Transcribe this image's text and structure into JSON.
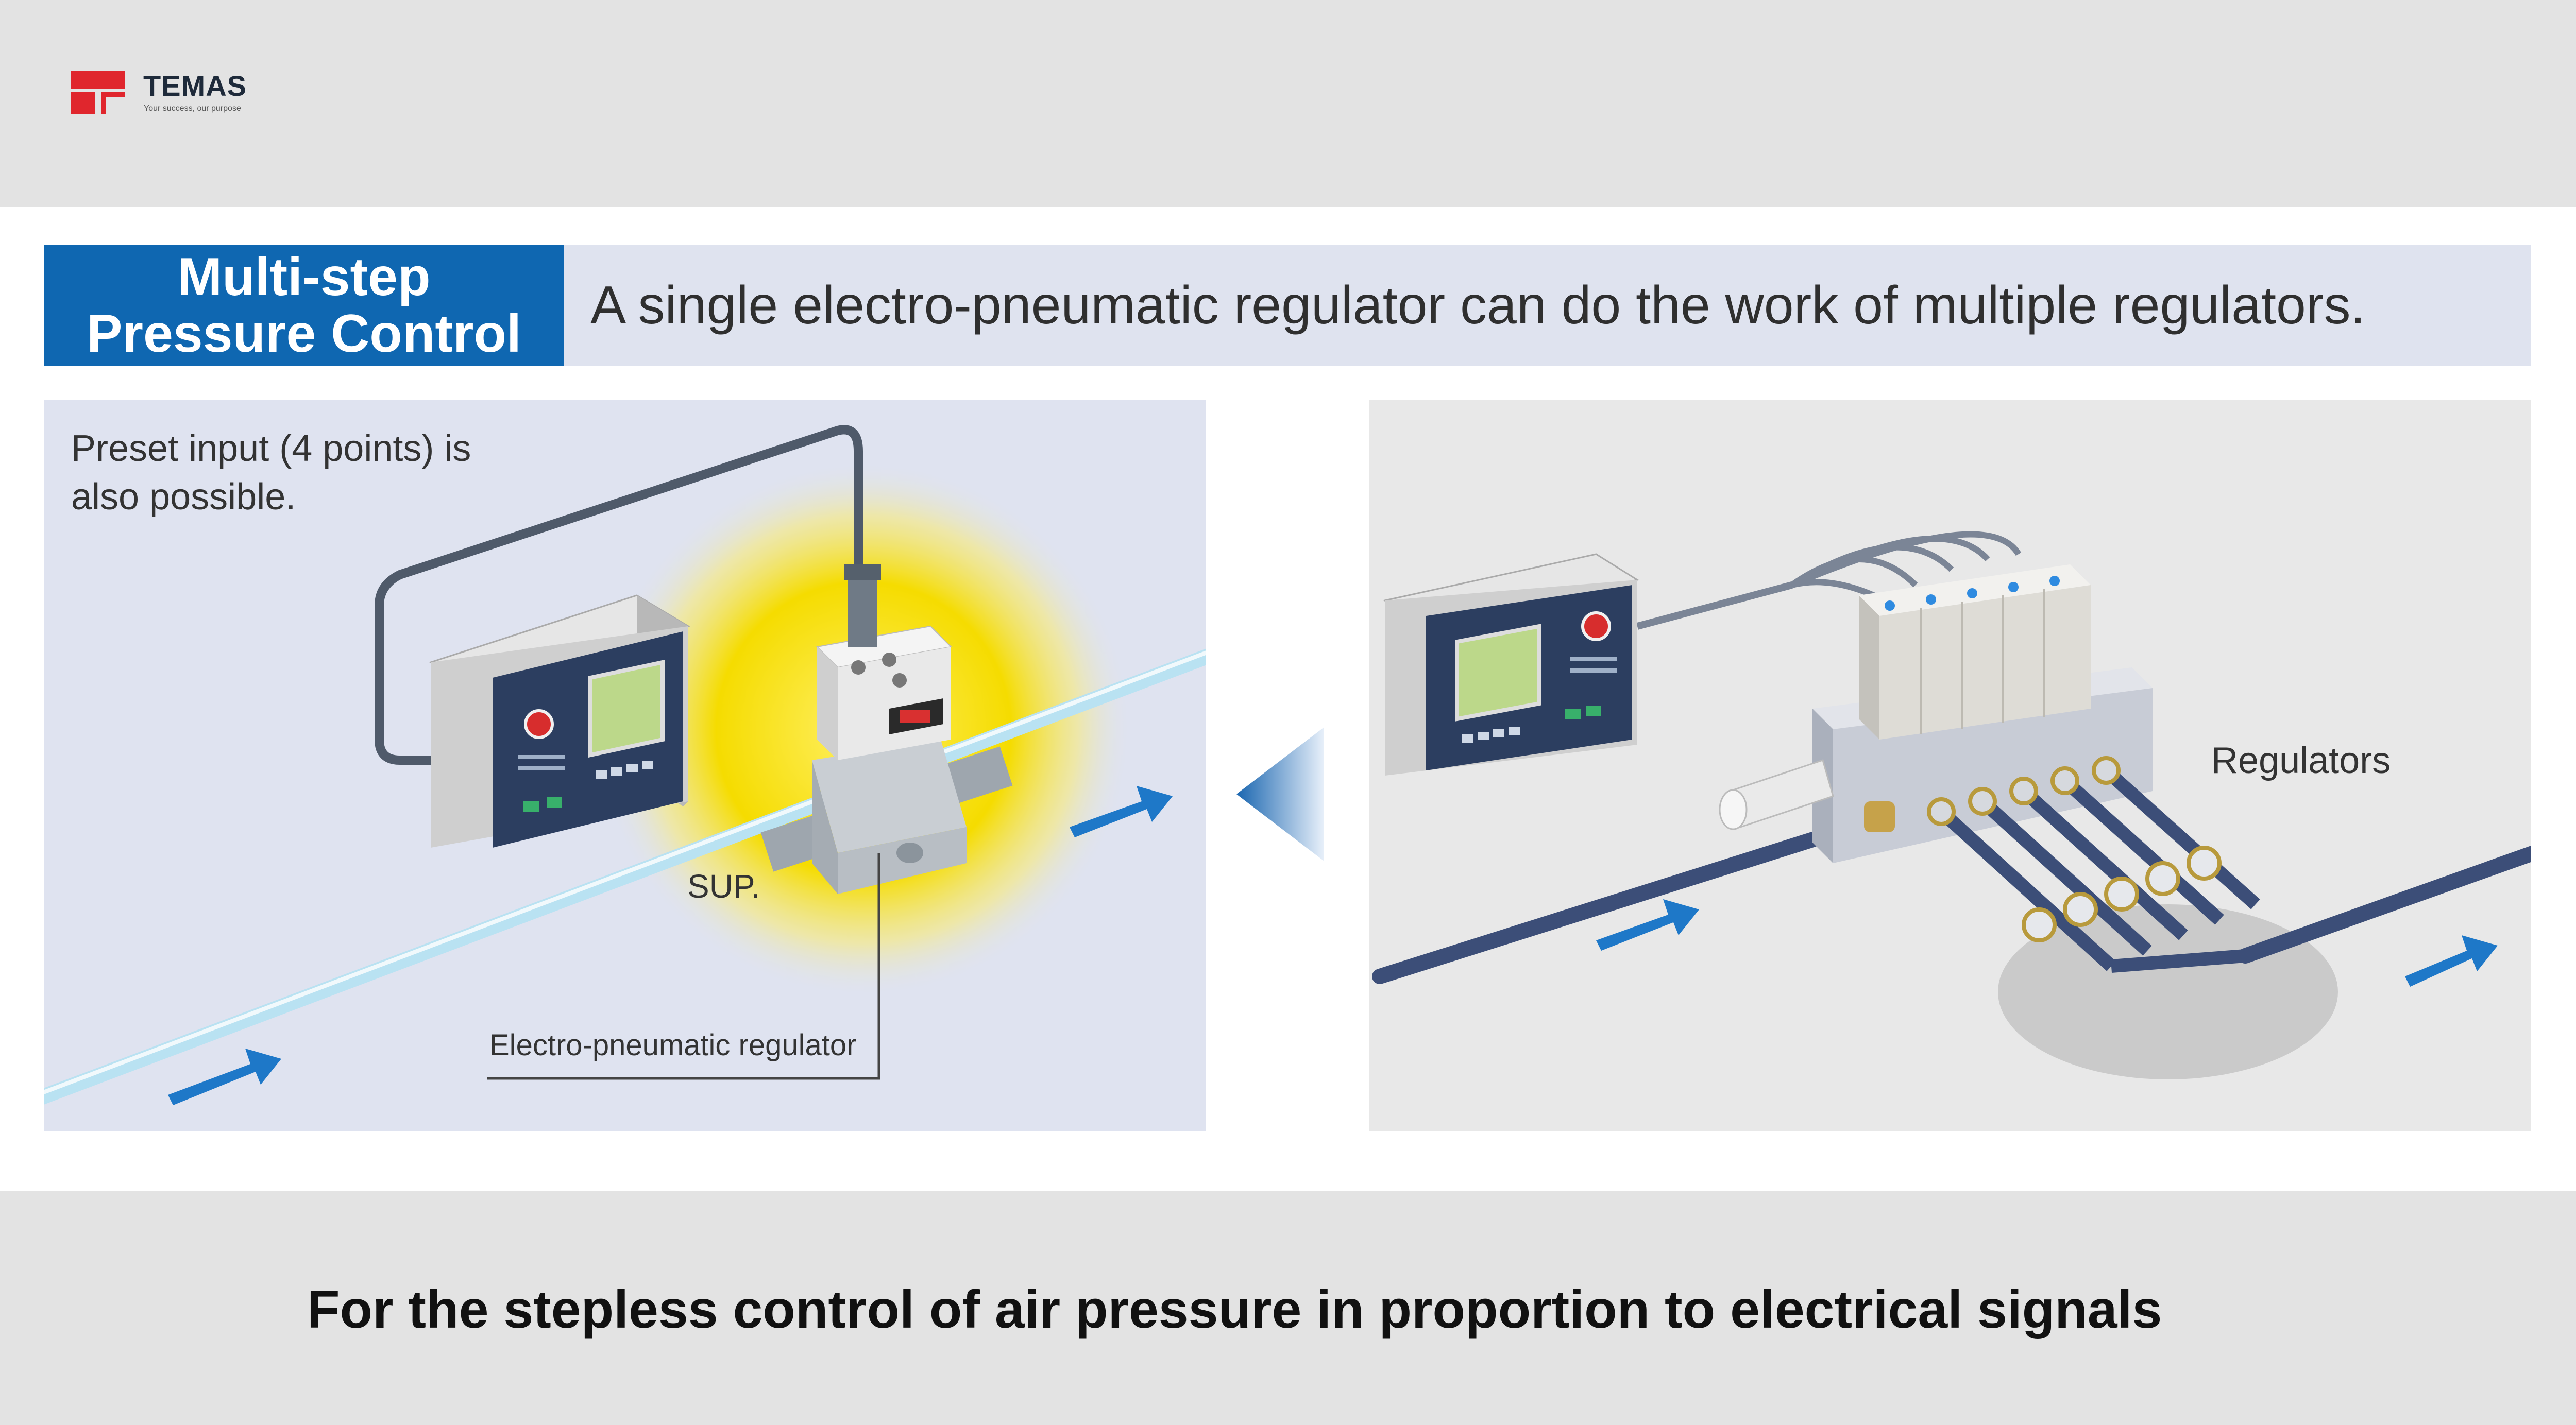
{
  "brand": {
    "name": "TEMAS",
    "tagline": "Your success, our purpose",
    "logo_color": "#e0262d"
  },
  "title": {
    "badge_line1": "Multi-step",
    "badge_line2": "Pressure Control",
    "text": "A single electro-pneumatic regulator can do the work of multiple regulators.",
    "badge_color": "#0f67b1"
  },
  "left_panel": {
    "note": "Preset input (4 points) is\nalso possible.",
    "sup_label": "SUP.",
    "regulator_label": "Electro-pneumatic regulator"
  },
  "right_panel": {
    "regulators_label": "Regulators"
  },
  "caption": "For the stepless control of air pressure in proportion to electrical signals"
}
